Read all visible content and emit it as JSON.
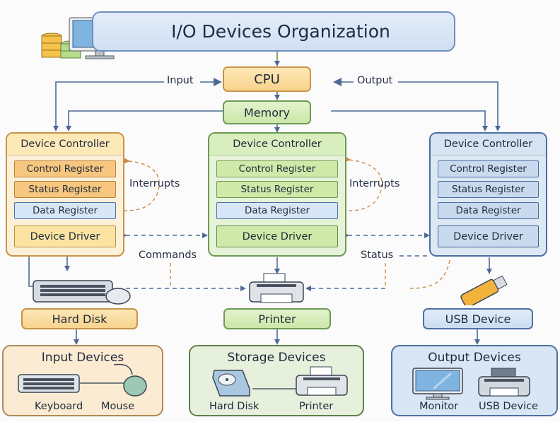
{
  "title": "I/O Devices Organization",
  "header_icons": [
    "database-stack-icon",
    "monitor-icon"
  ],
  "cpu": {
    "label": "CPU"
  },
  "memory": {
    "label": "Memory"
  },
  "flows": {
    "input": "Input",
    "output": "Output",
    "interrupts": "Interrupts",
    "commands": "Commands",
    "status": "Status"
  },
  "controllers": [
    {
      "title": "Device Controller",
      "registers": [
        "Control Register",
        "Status Register",
        "Data Register"
      ],
      "driver": "Device Driver",
      "theme": "orange"
    },
    {
      "title": "Device Controller",
      "registers": [
        "Control Register",
        "Status Register",
        "Data Register"
      ],
      "driver": "Device Driver",
      "theme": "green"
    },
    {
      "title": "Device Controller",
      "registers": [
        "Control Register",
        "Status Register",
        "Data Register"
      ],
      "driver": "Device Driver",
      "theme": "blue"
    }
  ],
  "devices": [
    {
      "label": "Hard Disk",
      "icon": "keyboard-mouse-icon"
    },
    {
      "label": "Printer",
      "icon": "printer-icon"
    },
    {
      "label": "USB Device",
      "icon": "usb-drive-icon"
    }
  ],
  "groups": [
    {
      "title": "Input Devices",
      "items": [
        "Keyboard",
        "Mouse"
      ]
    },
    {
      "title": "Storage Devices",
      "items": [
        "Hard Disk",
        "Printer"
      ]
    },
    {
      "title": "Output Devices",
      "items": [
        "Monitor",
        "USB Device"
      ]
    }
  ],
  "colors": {
    "orange": "#f8d38d",
    "green": "#cbe7a8",
    "blue": "#cbdcf1",
    "arrow": "#4d6a96",
    "interrupt": "#d08a45"
  }
}
